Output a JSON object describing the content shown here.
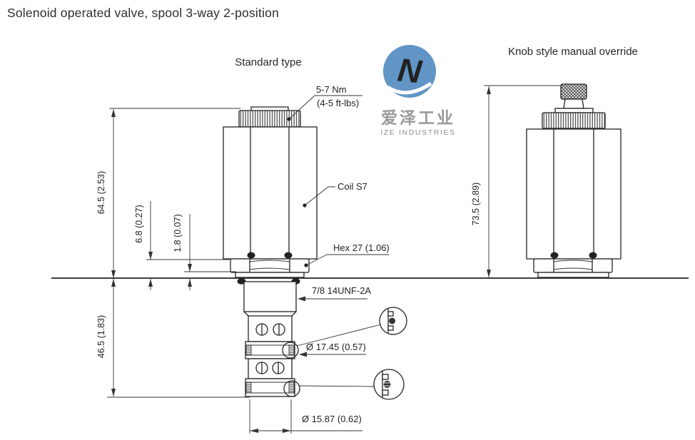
{
  "page": {
    "title": "Solenoid operated valve, spool 3-way 2-position"
  },
  "views": {
    "standard": {
      "label": "Standard type",
      "callouts": {
        "torque_line1": "5-7 Nm",
        "torque_line2": "(4-5 ft-lbs)",
        "coil": "Coil S7",
        "hex": "Hex 27 (1.06)",
        "thread": "7/8 14UNF-2A",
        "seal_diameter": "Ø 17.45 (0.57)",
        "nose_diameter": "Ø 15.87 (0.62)"
      },
      "dimensions": {
        "overall_height": "64.5 (2.53)",
        "hex_height": "6.8 (0.27)",
        "spacer_height": "1.8 (0.07)",
        "cartridge_depth": "46.5 (1.83)"
      }
    },
    "knob": {
      "label": "Knob style manual override",
      "dimensions": {
        "overall_height": "73.5 (2.89)"
      }
    }
  },
  "logo": {
    "chinese": "爱泽工业",
    "english": "IZE INDUSTRIES",
    "brand_color": "#6195c6"
  }
}
